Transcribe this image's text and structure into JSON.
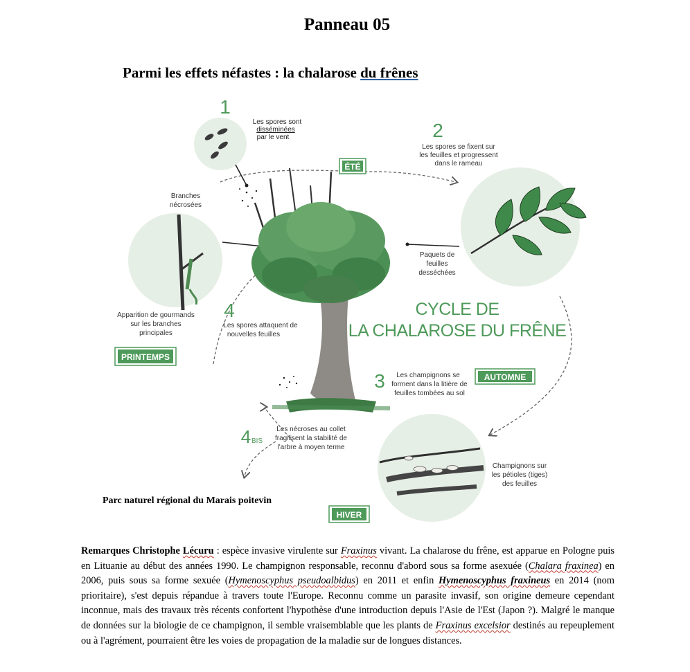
{
  "document": {
    "title": "Panneau 05",
    "subtitle_part1": "Parmi les effets néfastes : la chalarose ",
    "subtitle_part2": "du frênes"
  },
  "figure": {
    "step1_number": "1",
    "step1_caption_line1": "Les spores sont",
    "step1_caption_line2": "disséminées",
    "step1_caption_line3": "par le vent",
    "step2_number": "2",
    "step2_caption": [
      "Les spores se fixent sur",
      "les feuilles et progressent",
      "dans le rameau"
    ],
    "step3_number": "3",
    "step3_caption": [
      "Les champignons se",
      "forment dans la litière de",
      "feuilles tombées au sol"
    ],
    "step4_number": "4",
    "step4_caption": [
      "Les spores attaquent de",
      "nouvelles feuilles"
    ],
    "step4bis_number": "4",
    "step4bis_suffix": "BIS",
    "step4bis_caption": [
      "Les nécroses au collet",
      "fragilisent la stabilité de",
      "l'arbre à moyen terme"
    ],
    "label_branches": [
      "Branches",
      "nécrosées"
    ],
    "label_gourmands": [
      "Apparition de gourmands",
      "sur les branches",
      "principales"
    ],
    "label_paquets": [
      "Paquets de",
      "feuilles",
      "desséchées"
    ],
    "label_champignons": [
      "Champignons sur",
      "les pétioles (tiges)",
      "des feuilles"
    ],
    "cycle_title_line1": "CYCLE DE",
    "cycle_title_line2": "LA CHALAROSE DU FRÊNE",
    "season_ete": "ÉTÉ",
    "season_automne": "AUTOMNE",
    "season_hiver": "HIVER",
    "season_printemps": "PRINTEMPS",
    "credit": "Parc naturel régional du Marais poitevin"
  },
  "remarks": {
    "author_label": "Remarques Christophe ",
    "author_name": "Lécuru",
    "t1": " : espèce invasive virulente sur ",
    "genus1": "Fraxinus",
    "t2": " vivant. La chalarose du frêne, est apparue en Pologne puis en Lituanie au début des années 1990. Le champignon responsable, reconnu d'abord sous sa forme asexuée (",
    "species1": "Chalara fraxinea",
    "t3": ") en 2006, puis sous sa forme sexuée (",
    "species2": "Hymenoscyphus pseudoalbidus",
    "t4": ") en 2011 et enfin ",
    "species3": "Hymenoscyphus fraxineus",
    "t5": " en 2014 (nom prioritaire), s'est depuis répandue à travers toute l'Europe. Reconnu comme un parasite invasif, son origine demeure cependant inconnue, mais des travaux très récents confortent l'hypothèse d'une introduction depuis l'Asie de l'Est (Japon ?). Malgré le manque de données sur la biologie de ce champignon, il semble vraisemblable que les plants de ",
    "species4": "Fraxinus excelsior",
    "t6": " destinés au repeuplement ou à l'agrément, pourraient être les voies de propagation de la maladie sur de longues distances."
  },
  "colors": {
    "green_label": "#4e9a5a",
    "green_light_circle": "#e6efe6",
    "leaf_green": "#3f8a4a",
    "trunk_grey": "#8e8a86"
  }
}
